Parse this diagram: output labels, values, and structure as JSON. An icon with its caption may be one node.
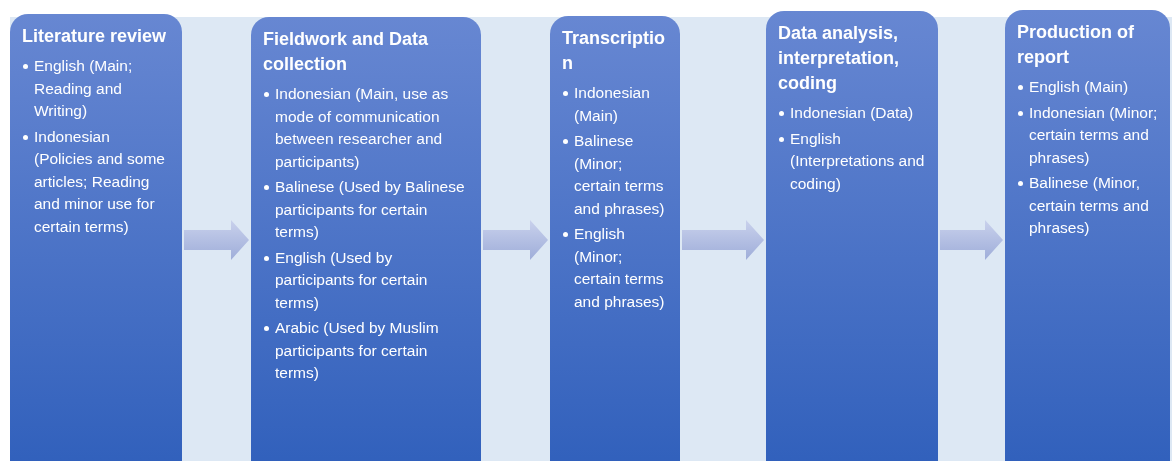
{
  "diagram": {
    "nodes": [
      {
        "text": [
          "Literature review",
          "English (Main; Reading and Writing)",
          "Indonesian (Policies and some articles; Reading and minor use for certain terms)"
        ]
      },
      {
        "text": [
          "Fieldwork and Data collection",
          "Indonesian (Main, use as mode of communication between researcher and participants)",
          "Balinese (Used by Balinese participants for certain terms)",
          "English (Used by participants for certain terms)",
          "Arabic (Used by Muslim participants for certain terms)"
        ]
      },
      {
        "text": [
          "Transcription",
          "Indonesian (Main)",
          "Balinese (Minor; certain terms and phrases)",
          "English (Minor; certain terms and phrases)"
        ]
      },
      {
        "text": [
          "Data analysis, interpretation, coding",
          "Indonesian (Data)",
          "English (Interpretations and coding)"
        ]
      },
      {
        "text": [
          "Production of report",
          "English (Main)",
          "Indonesian (Minor; certain terms and phrases)",
          "Balinese (Minor, certain terms and phrases)"
        ]
      }
    ],
    "edges": [
      {
        "from": 0,
        "to": 1,
        "arrow": "to"
      },
      {
        "from": 1,
        "to": 2,
        "arrow": "to"
      },
      {
        "from": 2,
        "to": 3,
        "arrow": "to"
      },
      {
        "from": 3,
        "to": 4,
        "arrow": "to"
      }
    ]
  }
}
